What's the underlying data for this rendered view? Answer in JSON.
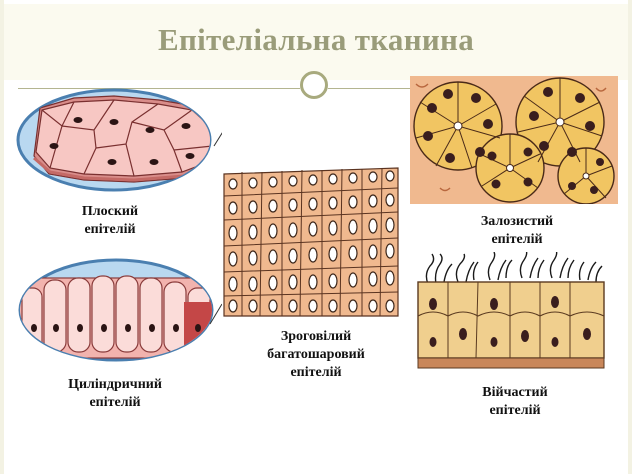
{
  "title": "Епітеліальна тканина",
  "labels": {
    "squamous": [
      "Плоский",
      "епітелій"
    ],
    "columnar": [
      "Циліндричний",
      "епітелій"
    ],
    "keratinized": [
      "Зроговілий",
      "багатошаровий",
      "епітелій"
    ],
    "glandular": [
      "Залозистий",
      "епітелій"
    ],
    "ciliated": [
      "Війчастий",
      "епітелій"
    ]
  },
  "colors": {
    "title": "#9a9c7a",
    "oval_border": "#4a7fb0",
    "oval_fill": "#b9d8f0",
    "pink_cell": "#f7c7c3",
    "nucleus": "#2b1414",
    "orange_tissue": "#f0b98f",
    "golden_gland": "#f1c562",
    "ciliated_cell": "#f0cf8e"
  }
}
